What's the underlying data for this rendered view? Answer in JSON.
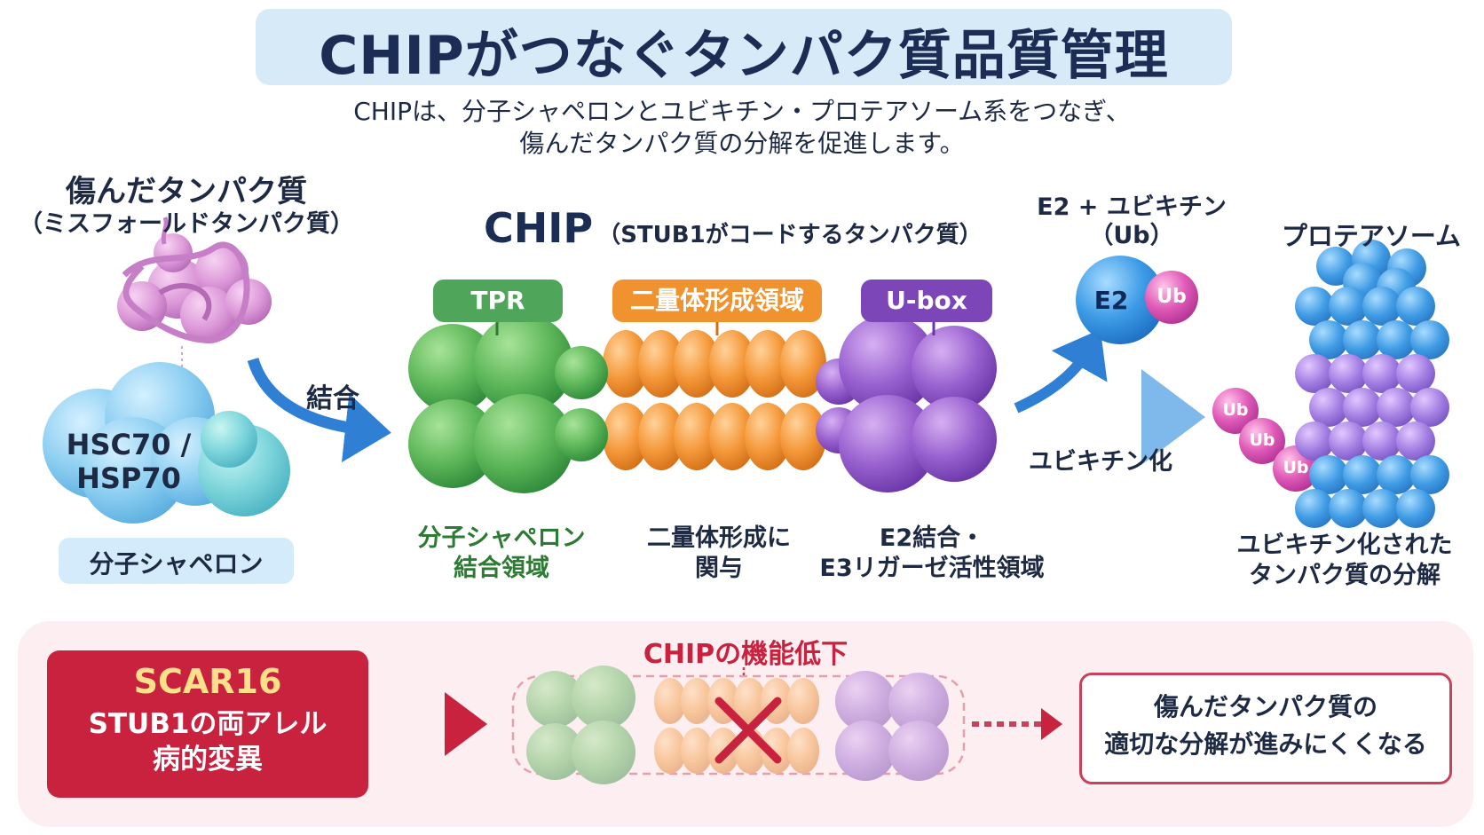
{
  "header": {
    "title": "CHIPがつなぐタンパク質品質管理",
    "subtitle_line1": "CHIPは、分子シャペロンとユビキチン・プロテアソーム系をつなぎ、",
    "subtitle_line2": "傷んだタンパク質の分解を促進します。"
  },
  "misfolded": {
    "title": "傷んだタンパク質",
    "subtitle": "（ミスフォールドタンパク質）"
  },
  "chaperone": {
    "name_line1": "HSC70 /",
    "name_line2": "HSP70",
    "label": "分子シャペロン"
  },
  "binding_arrow_label": "結合",
  "chip": {
    "title": "CHIP",
    "note": "（STUB1がコードするタンパク質）",
    "domains": [
      {
        "name": "TPR",
        "color": "#4fa65a",
        "caption_line1": "分子シャペロン",
        "caption_line2": "結合領域",
        "caption_color": "#2c7a33"
      },
      {
        "name": "二量体形成領域",
        "color": "#f0922e",
        "caption_line1": "二量体形成に",
        "caption_line2": "関与",
        "caption_color": "#1e2a44"
      },
      {
        "name": "U-box",
        "color": "#7d46b8",
        "caption_line1": "E2結合・",
        "caption_line2": "E3リガーゼ活性領域",
        "caption_color": "#1e2a44"
      }
    ]
  },
  "e2": {
    "title_line1": "E2 + ユビキチン",
    "title_line2": "（Ub）",
    "e2_label": "E2",
    "ub_label": "Ub"
  },
  "ubiquitination_label": "ユビキチン化",
  "ub_chain": [
    "Ub",
    "Ub",
    "Ub"
  ],
  "proteasome": {
    "title": "プロテアソーム",
    "caption_line1": "ユビキチン化された",
    "caption_line2": "タンパク質の分解"
  },
  "disease": {
    "name": "SCAR16",
    "line1": "STUB1の両アレル",
    "line2": "病的変異",
    "loss_label": "CHIPの機能低下",
    "result_line1": "傷んだタンパク質の",
    "result_line2": "適切な分解が進みにくくなる"
  },
  "colors": {
    "navy": "#1b2d55",
    "green": "#4fa65a",
    "orange": "#f0922e",
    "purple": "#7d46b8",
    "red": "#c8223f",
    "blue_arrow": "#2f7fd4"
  }
}
